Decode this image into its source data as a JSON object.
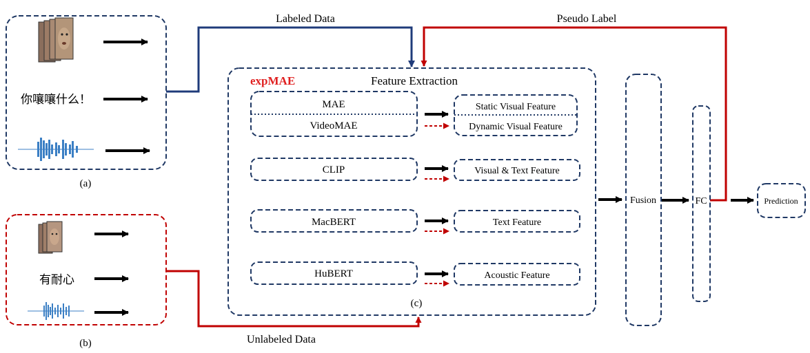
{
  "labels": {
    "labeled_data": "Labeled Data",
    "pseudo_label": "Pseudo Label",
    "unlabeled_data": "Unlabeled Data",
    "panel_a": "(a)",
    "panel_b": "(b)",
    "panel_c": "(c)"
  },
  "input_a": {
    "text": "你嚷嚷什么！"
  },
  "input_b": {
    "text": "有耐心"
  },
  "extraction": {
    "brand": "expMAE",
    "title": "Feature Extraction",
    "encoders": [
      {
        "top": "MAE",
        "bottom": "VideoMAE"
      },
      {
        "label": "CLIP"
      },
      {
        "label": "MacBERT"
      },
      {
        "label": "HuBERT"
      }
    ],
    "features": [
      {
        "top": "Static Visual Feature",
        "bottom": "Dynamic Visual Feature"
      },
      {
        "label": "Visual & Text Feature"
      },
      {
        "label": "Text Feature"
      },
      {
        "label": "Acoustic Feature"
      }
    ]
  },
  "fusion": "Fusion",
  "fc": "FC",
  "prediction": "Prediction",
  "colors": {
    "navy": "#1f3864",
    "red": "#c00000",
    "blue_line": "#1f3b7a",
    "brand": "#e02020"
  }
}
